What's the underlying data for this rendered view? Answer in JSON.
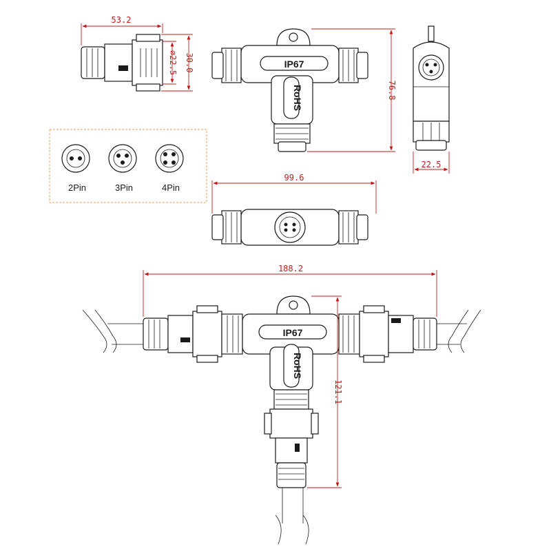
{
  "colors": {
    "dimension": "#c41a1a",
    "outline": "#1a1a1a",
    "pin_box_border": "#e8a060",
    "background": "#ffffff"
  },
  "dimensions": {
    "side_length": "53.2",
    "side_diameter": "⌀22.5",
    "side_height": "30.0",
    "tee_height": "76.8",
    "end_width": "22.5",
    "top_length": "99.6",
    "assembly_length": "188.2",
    "assembly_height": "121.1"
  },
  "markings": {
    "ip_rating": "IP67",
    "compliance": "RoHS"
  },
  "pin_options": [
    "2Pin",
    "3Pin",
    "4Pin"
  ]
}
